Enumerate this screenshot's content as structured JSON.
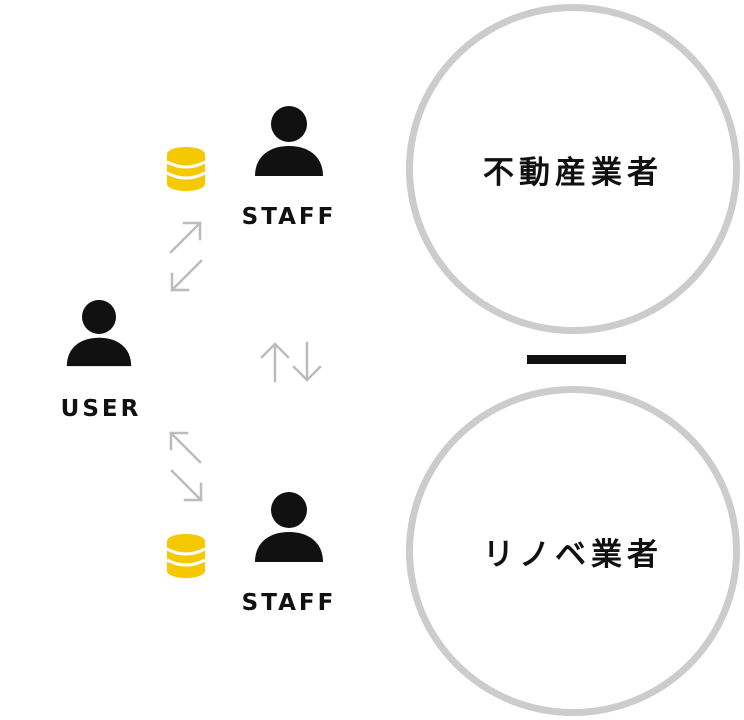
{
  "colors": {
    "ink": "#111111",
    "arrow": "#bcbcbc",
    "circle_border": "#cccccc",
    "coin": "#f5c800",
    "coin_stripe": "#ffffff",
    "connector": "#111111"
  },
  "people": {
    "staff_top": {
      "label": "STAFF",
      "icon": "person-icon"
    },
    "user": {
      "label": "USER",
      "icon": "person-icon"
    },
    "staff_bottom": {
      "label": "STAFF",
      "icon": "person-icon"
    }
  },
  "coins": {
    "icon": "coin-stack-icon"
  },
  "arrows": {
    "diagonal_icon": "diagonal-arrow-icon",
    "vertical_icon": "vertical-arrow-icon"
  },
  "circles": {
    "top": {
      "label": "不動産業者"
    },
    "bottom": {
      "label": "リノベ業者"
    }
  }
}
